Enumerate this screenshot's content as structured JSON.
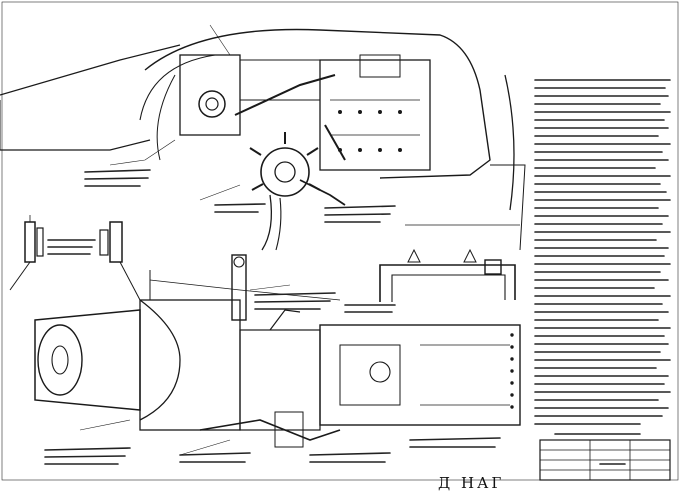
{
  "sheet": {
    "footer_mark": "Д НАГ",
    "ink_color": "#1a1a1a",
    "paper_color": "#ffffff"
  },
  "notes": {
    "line_count": 52
  },
  "title_block": {
    "rows": 4
  }
}
